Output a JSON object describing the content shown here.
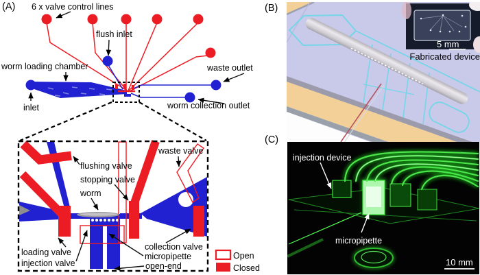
{
  "colors": {
    "valve_red": "#ec1c24",
    "channel_blue": "#2121d1",
    "render_lavender": "#c9c9ea",
    "render_cyan": "#74d6e8",
    "render_tan": "#f2d098",
    "render_gray": "#9b9bab",
    "fluorescent_green": "#49e549",
    "photo_black": "#030303"
  },
  "panels": {
    "a": {
      "label": "(A)",
      "labels": {
        "valve_control_lines": "6 x valve control lines",
        "flush_inlet": "flush inlet",
        "worm_loading_chamber": "worm loading chamber",
        "inlet": "inlet",
        "waste_outlet": "waste outlet",
        "worm_collection_outlet": "worm collection outlet"
      },
      "inset": {
        "flushing_valve": "flushing valve",
        "stopping_valve": "stopping valve",
        "worm": "worm",
        "waste_valve": "waste valve",
        "loading_valve": "loading valve",
        "injection_valve": "injection valve",
        "collection_valve": "collection valve",
        "micropipette": "micropipette",
        "open_end": "open-end"
      },
      "legend": {
        "open": "Open",
        "closed": "Closed"
      }
    },
    "b": {
      "label": "(B)",
      "inset_caption": "Fabricated device",
      "scale_bar": "5 mm"
    },
    "c": {
      "label": "(C)",
      "injection_device": "injection device",
      "micropipette": "micropipette",
      "scale_bar": "10 mm"
    }
  }
}
